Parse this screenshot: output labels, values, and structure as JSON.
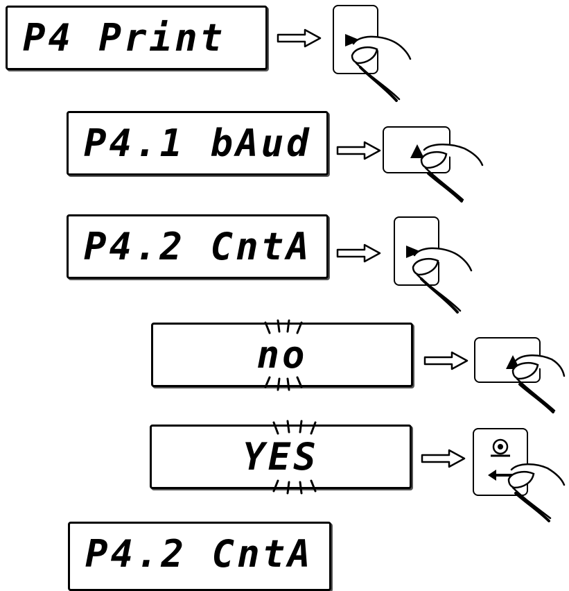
{
  "steps": [
    {
      "display": "P4 Print",
      "key": "right-key",
      "flashing": false
    },
    {
      "display": "P4.1 bAud",
      "key": "up-key",
      "flashing": false
    },
    {
      "display": "P4.2 CntA",
      "key": "right-key",
      "flashing": false
    },
    {
      "display": "no",
      "key": "up-key",
      "flashing": true
    },
    {
      "display": "YES",
      "key": "print-enter-key",
      "flashing": true
    },
    {
      "display": "P4.2 CntA",
      "key": "",
      "flashing": false
    }
  ],
  "icons": {
    "transition": "outline-arrow-right-icon",
    "press": "finger-press-icon",
    "right-key": "triangle-right-icon",
    "up-key": "triangle-up-icon",
    "print-enter-key": "print-enter-icon"
  },
  "colors": {
    "ink": "#000000",
    "background": "#ffffff"
  }
}
